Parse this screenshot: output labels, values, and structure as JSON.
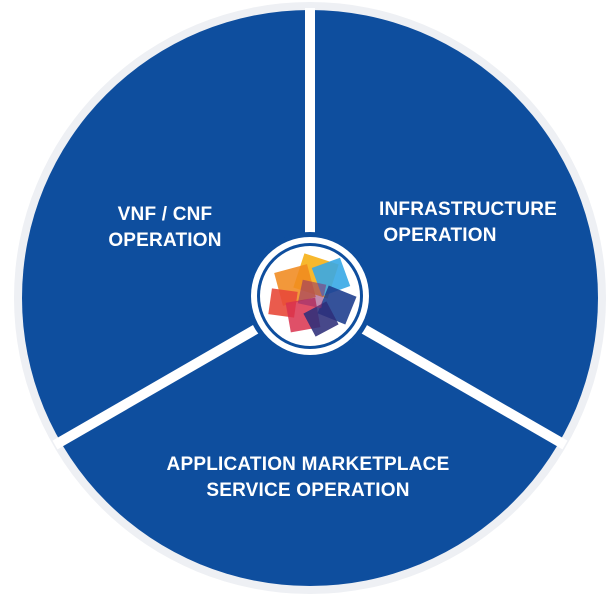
{
  "diagram": {
    "segments": [
      {
        "id": "vnf-cnf",
        "lines": [
          "VNF / CNF",
          "OPERATION"
        ]
      },
      {
        "id": "infrastructure",
        "lines": [
          "INFRASTRUCTURE",
          "OPERATION"
        ]
      },
      {
        "id": "application-marketplace",
        "lines": [
          "APPLICATION MARKETPLACE",
          "SERVICE OPERATION"
        ]
      }
    ],
    "center_logo": "colorful-overlapping-squares-logo"
  },
  "colors": {
    "segment_fill": "#0E4E9E",
    "divider": "#ffffff",
    "background": "#ffffff",
    "logo_ring": "#ffffff"
  }
}
